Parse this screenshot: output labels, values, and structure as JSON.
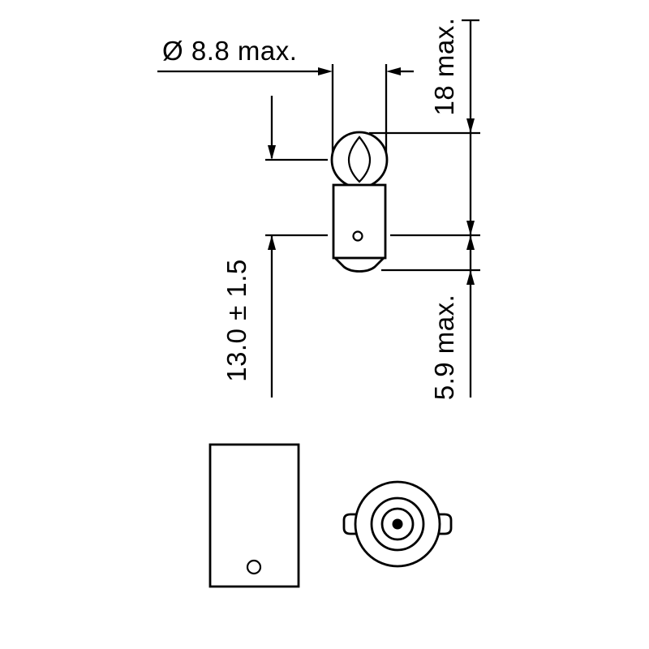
{
  "diagram": {
    "background_color": "#ffffff",
    "line_color": "#000000",
    "labels": {
      "diameter": "Ø 8.8 max.",
      "overall_length": "18 max.",
      "light_center_length": "13.0 ± 1.5",
      "base_length": "5.9 max."
    }
  }
}
